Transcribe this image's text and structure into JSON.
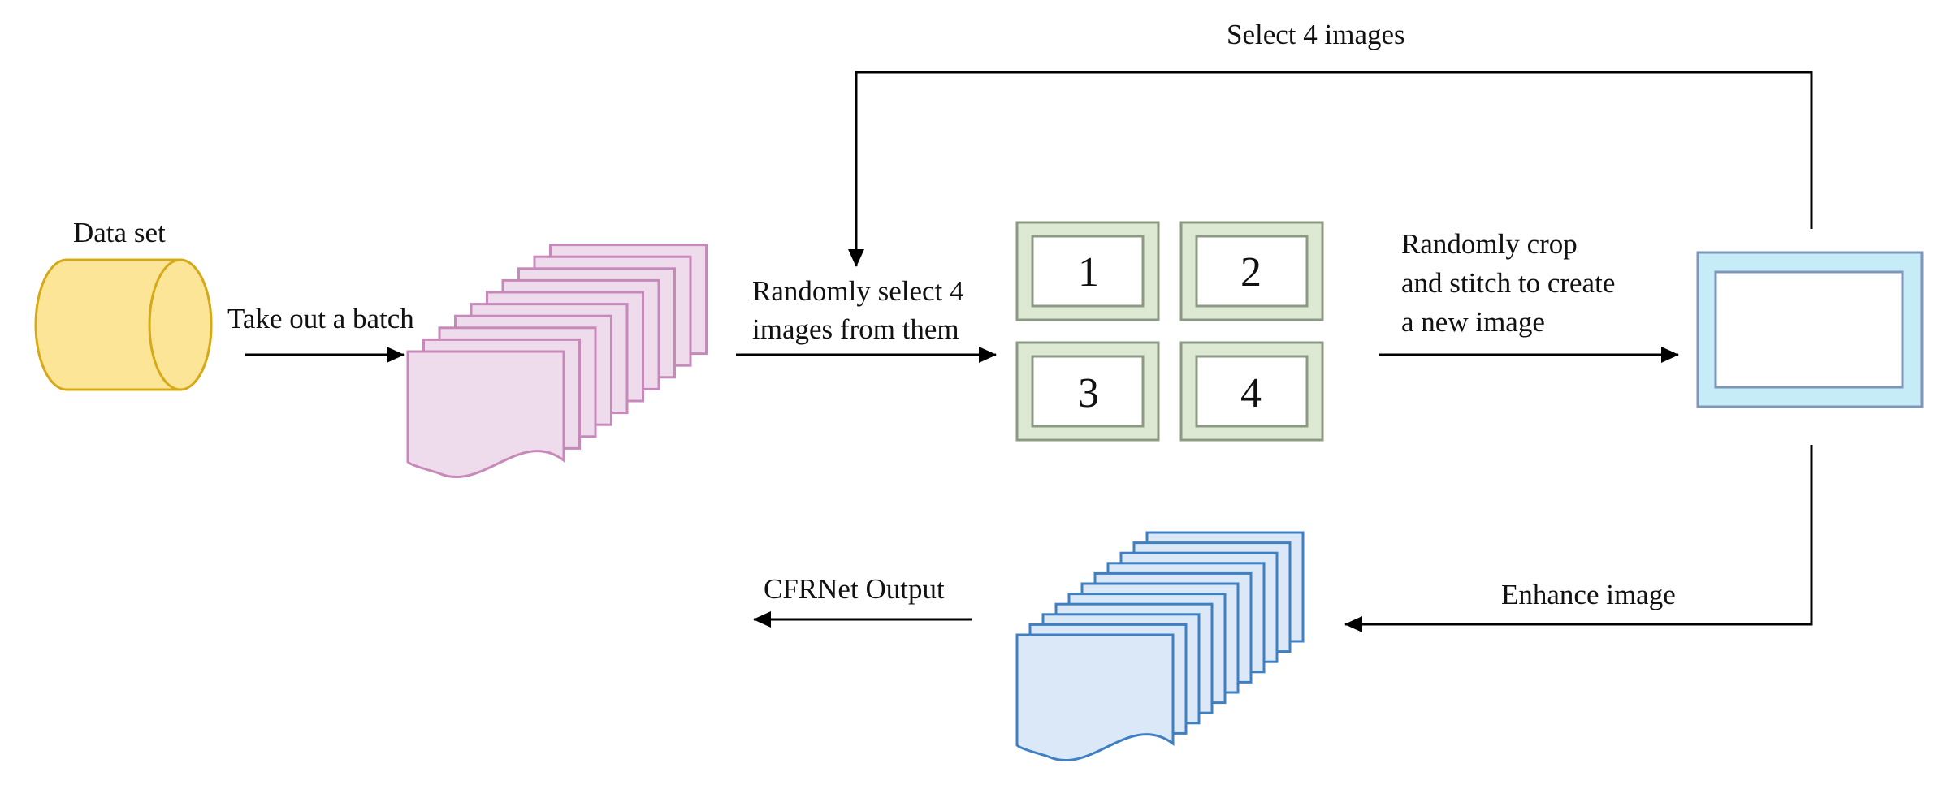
{
  "labels": {
    "dataset": "Data set",
    "take_batch": "Take out a batch",
    "random_select_line1": "Randomly select 4",
    "random_select_line2": "images from them",
    "crop_line1": "Randomly crop",
    "crop_line2": "and stitch to create",
    "crop_line3": "a new image",
    "select4": "Select 4 images",
    "enhance": "Enhance image",
    "output": "CFRNet Output"
  },
  "tiles": [
    "1",
    "2",
    "3",
    "4"
  ],
  "colors": {
    "dataset_fill": "#fde598",
    "dataset_stroke": "#d6a919",
    "batch_fill": "#eedbeb",
    "batch_stroke": "#c689b9",
    "tile_fill": "#dde9d3",
    "tile_stroke": "#8c9a84",
    "new_image_fill": "#c6ecf7",
    "new_image_stroke": "#7f96b8",
    "output_fill": "#dae8f8",
    "output_stroke": "#3f80c3",
    "arrow": "#000000"
  },
  "icons": {
    "dataset": "cylinder-icon",
    "batch": "document-stack-icon",
    "new_image": "picture-frame-icon",
    "output": "document-stack-icon"
  }
}
